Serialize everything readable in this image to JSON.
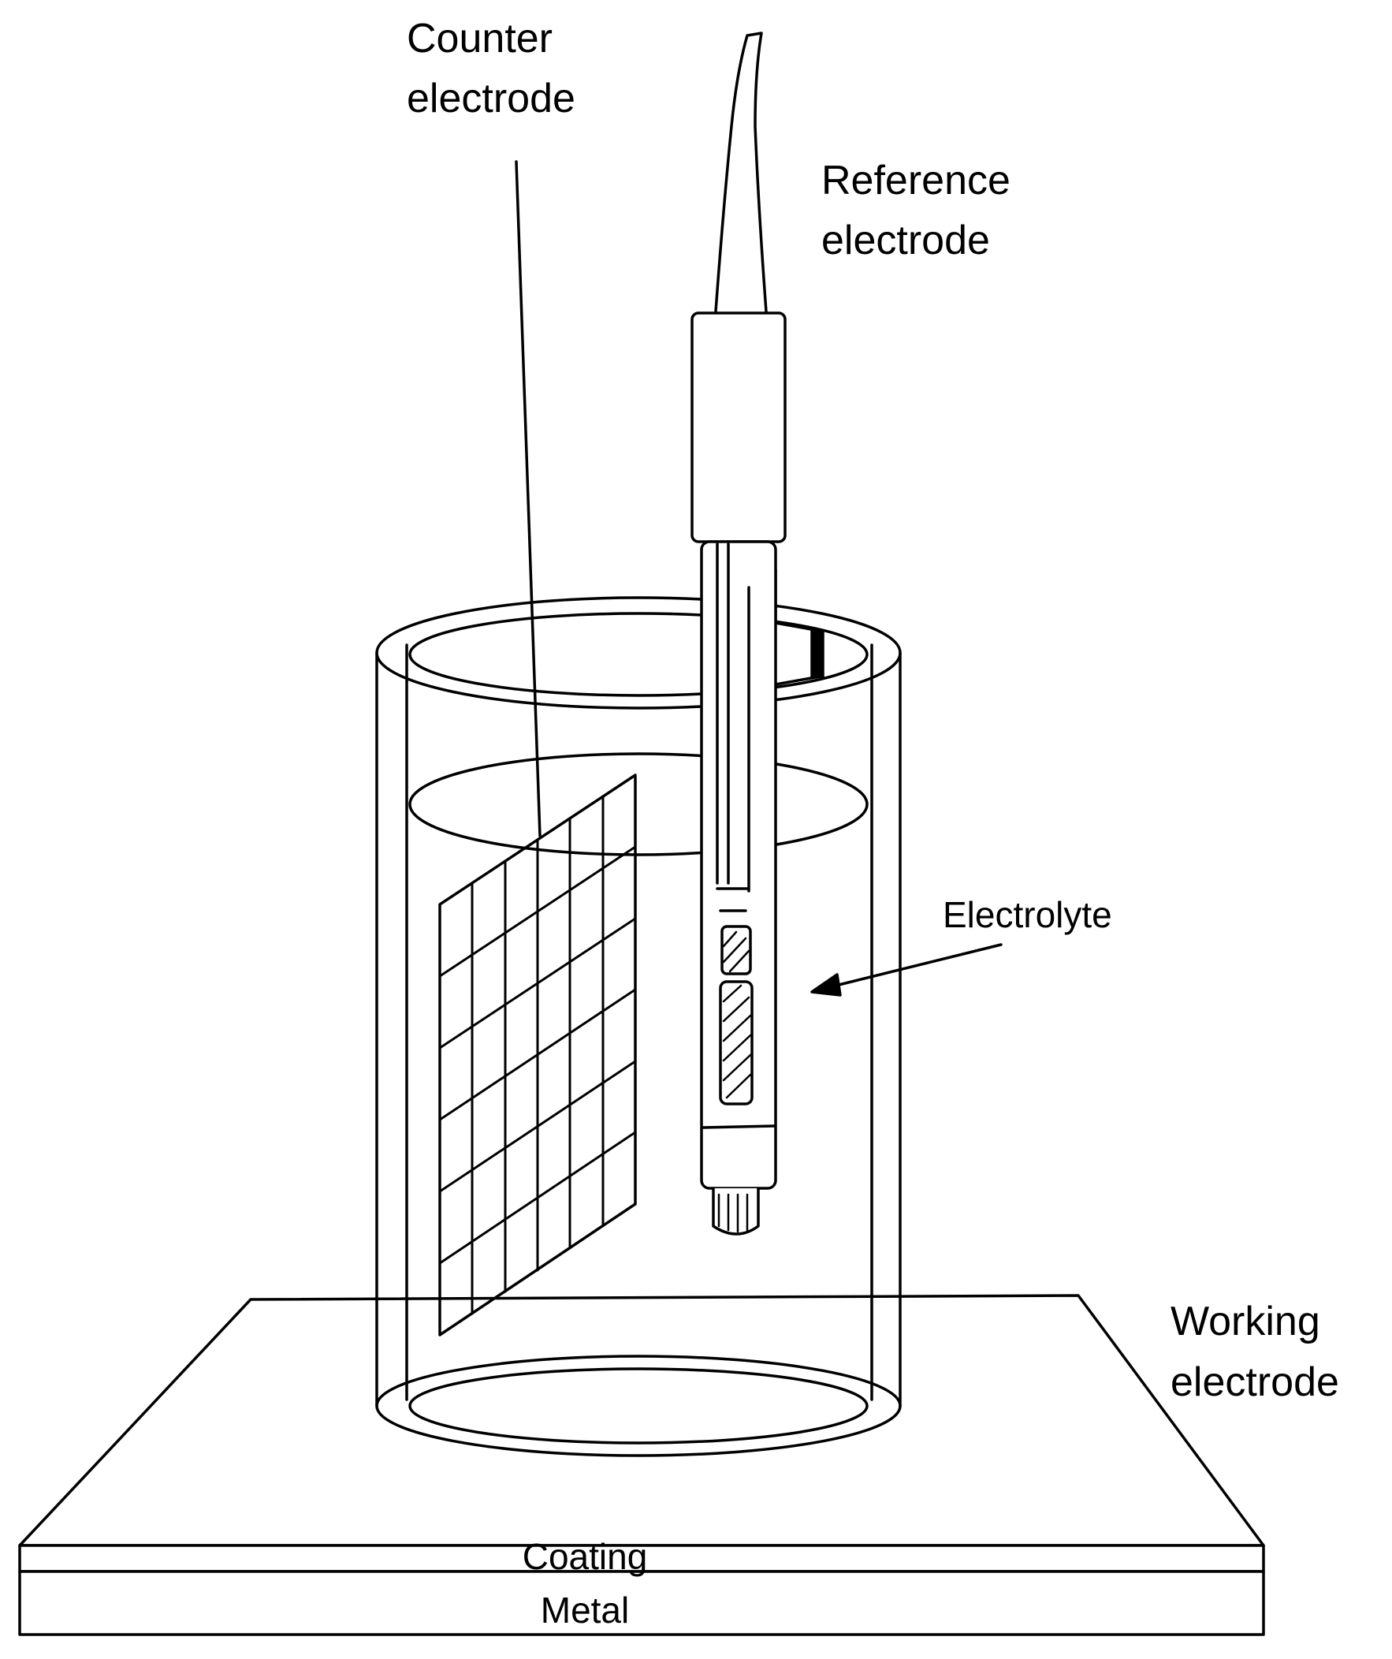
{
  "labels": {
    "counter_line1": "Counter",
    "counter_line2": "electrode",
    "reference_line1": "Reference",
    "reference_line2": "electrode",
    "electrolyte": "Electrolyte",
    "working_line1": "Working",
    "working_line2": "electrode",
    "coating": "Coating",
    "metal": "Metal"
  },
  "colors": {
    "stroke": "#000000",
    "background": "#ffffff"
  }
}
